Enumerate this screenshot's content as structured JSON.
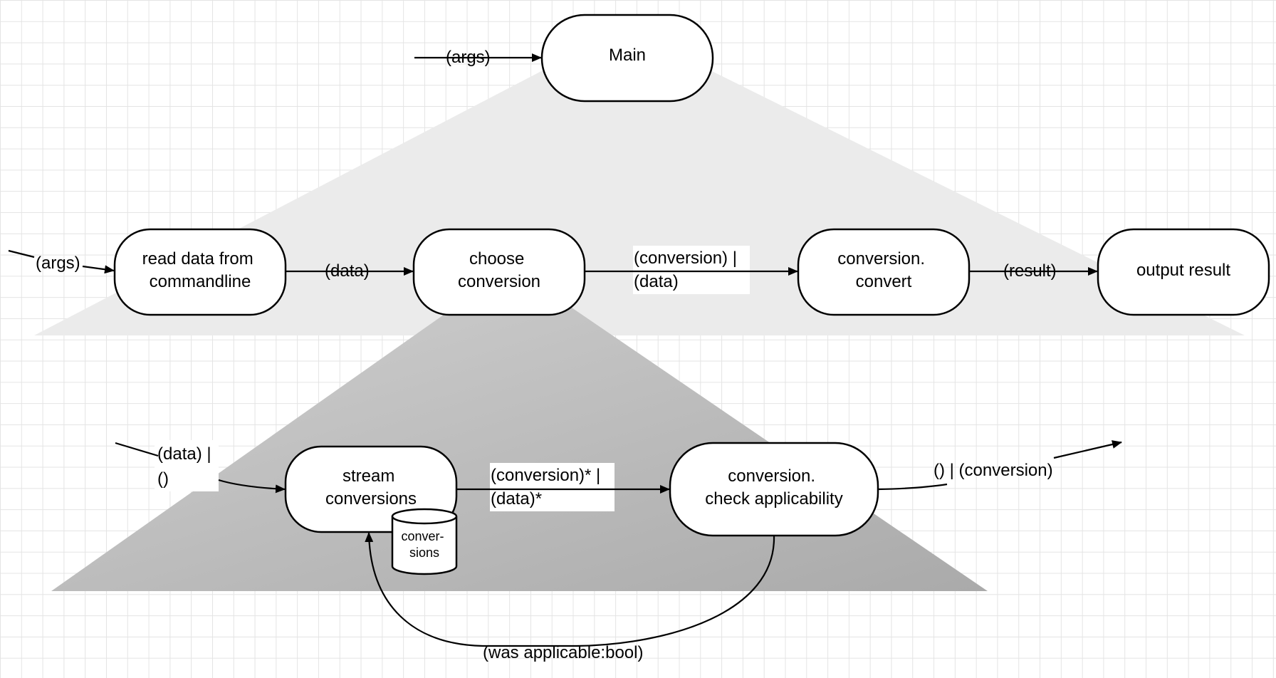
{
  "nodes": {
    "main": [
      "Main"
    ],
    "read_data": [
      "read data from",
      "commandline"
    ],
    "choose_conversion": [
      "choose",
      "conversion"
    ],
    "conversion_convert": [
      "conversion.",
      "convert"
    ],
    "output_result": [
      "output result"
    ],
    "stream_conversions": [
      "stream",
      "conversions"
    ],
    "check_applicability": [
      "conversion.",
      "check applicability"
    ],
    "conversions_store": [
      "conver-",
      "sions"
    ]
  },
  "edges": {
    "main_in": [
      "(args)"
    ],
    "read_in": [
      "(args)"
    ],
    "read_to_choose": [
      "(data)"
    ],
    "choose_to_convert": [
      "(conversion) |",
      "(data)"
    ],
    "convert_to_output": [
      "(result)"
    ],
    "stream_in": [
      "(data) |",
      "()"
    ],
    "stream_to_check": [
      "(conversion)* |",
      "(data)*"
    ],
    "check_out": [
      "() | (conversion)"
    ],
    "check_back_to_stream": [
      "(was applicable:bool)"
    ]
  },
  "colors": {
    "upper_triangle": "#ebebeb",
    "lower_triangle_start": "#cfcfcf",
    "lower_triangle_end": "#aaaaaa",
    "grid": "#e4e4e4"
  }
}
